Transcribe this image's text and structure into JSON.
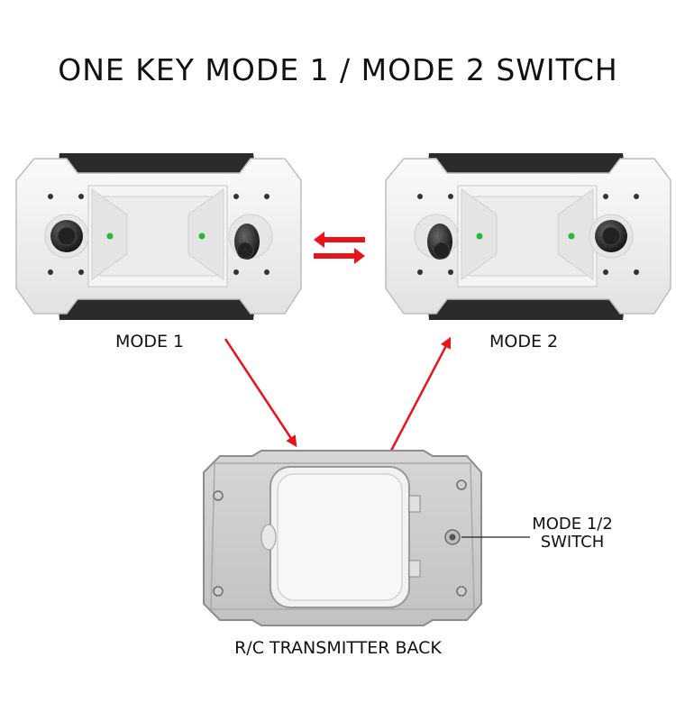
{
  "title": "ONE KEY MODE 1 / MODE 2 SWITCH",
  "mode1_label": "MODE 1",
  "mode2_label": "MODE 2",
  "back_label": "R/C TRANSMITTER BACK",
  "switch_label_line1": "MODE 1/2",
  "switch_label_line2": "SWITCH",
  "colors": {
    "arrow": "#e8141a",
    "body": "#eeeeee",
    "trim": "#2b2b2b",
    "led": "#22bb33"
  }
}
